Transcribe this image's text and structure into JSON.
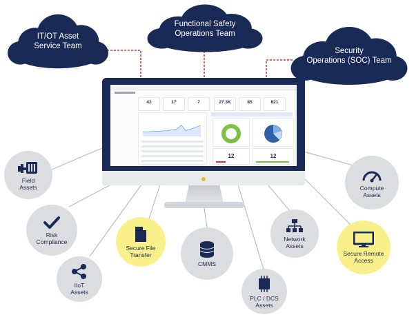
{
  "teams": [
    {
      "name": "IT/OT Asset Service Team",
      "lines": [
        "IT/OT Asset",
        "Service Team"
      ]
    },
    {
      "name": "Functional Safety Operations Team",
      "lines": [
        "Functional Safety",
        "Operations Team"
      ]
    },
    {
      "name": "Security Operations (SOC) Team",
      "lines": [
        "Security",
        "Operations (SOC) Team"
      ]
    }
  ],
  "assets": [
    {
      "id": "field",
      "lines": [
        "Field",
        "Assets"
      ],
      "icon": "field-equipment-icon",
      "highlight": false
    },
    {
      "id": "risk",
      "lines": [
        "Risk",
        "Compliance"
      ],
      "icon": "checkmark-icon",
      "highlight": false
    },
    {
      "id": "iiot",
      "lines": [
        "IIoT",
        "Assets"
      ],
      "icon": "share-nodes-icon",
      "highlight": false
    },
    {
      "id": "securefile",
      "lines": [
        "Secure File",
        "Transfer"
      ],
      "icon": "file-icon",
      "highlight": true
    },
    {
      "id": "cmms",
      "lines": [
        "CMMS"
      ],
      "icon": "database-icon",
      "highlight": false
    },
    {
      "id": "plc",
      "lines": [
        "PLC / DCS",
        "Assets"
      ],
      "icon": "chip-icon",
      "highlight": false
    },
    {
      "id": "network",
      "lines": [
        "Network",
        "Assets"
      ],
      "icon": "network-icon",
      "highlight": false
    },
    {
      "id": "remote",
      "lines": [
        "Secure Remote",
        "Access"
      ],
      "icon": "monitor-icon",
      "highlight": true
    },
    {
      "id": "compute",
      "lines": [
        "Compute",
        "Assets"
      ],
      "icon": "gauge-icon",
      "highlight": false
    }
  ],
  "dashboard": {
    "kpis": [
      "42",
      "17",
      "7",
      "27.3K",
      "85",
      "621"
    ],
    "widgets": [
      "12",
      "12"
    ]
  },
  "colors": {
    "navy": "#1a2a56",
    "gray_node": "#dcdde1",
    "yellow_node": "#f9f08c",
    "connector_red": "#d0332f",
    "connector_gray": "#b8bcc4"
  }
}
